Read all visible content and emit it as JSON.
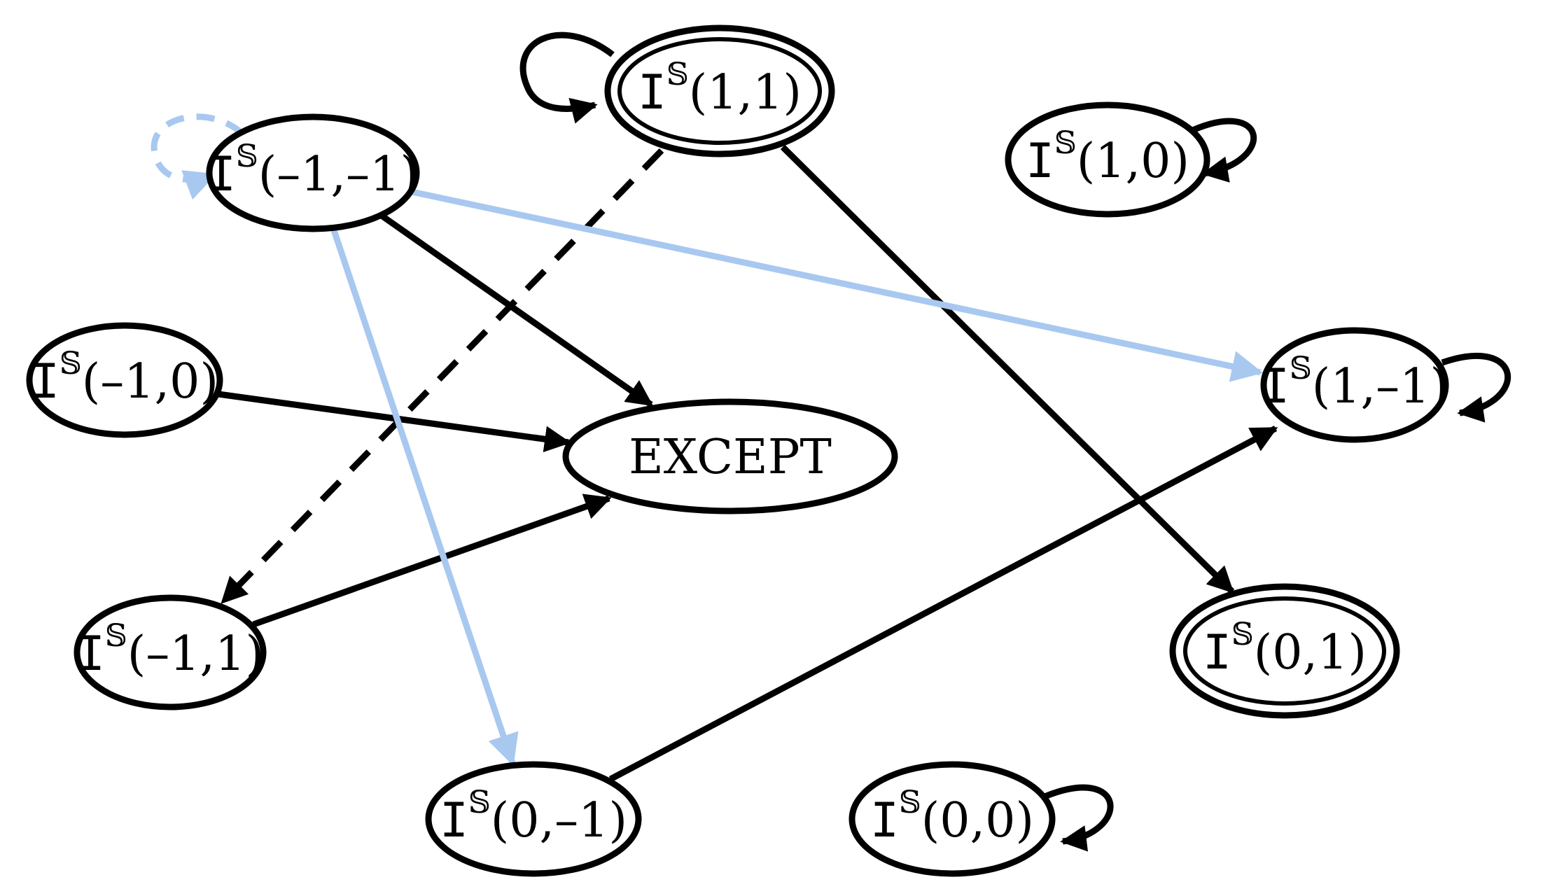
{
  "nodes": [
    {
      "id": "n11",
      "prefix": "I",
      "sup": "𝕊",
      "args": "(1,1)",
      "accepting": true,
      "self_loop": "solid"
    },
    {
      "id": "n10",
      "prefix": "I",
      "sup": "𝕊",
      "args": "(1,0)",
      "accepting": false,
      "self_loop": "solid"
    },
    {
      "id": "nm1m1",
      "prefix": "I",
      "sup": "𝕊",
      "args": "(–1,–1)",
      "accepting": false,
      "self_loop": "dashed-blue"
    },
    {
      "id": "nm10",
      "prefix": "I",
      "sup": "𝕊",
      "args": "(–1,0)",
      "accepting": false,
      "self_loop": "none"
    },
    {
      "id": "except",
      "prefix": "",
      "sup": "",
      "args": "EXCEPT",
      "accepting": false,
      "self_loop": "none"
    },
    {
      "id": "n1m1",
      "prefix": "I",
      "sup": "𝕊",
      "args": "(1,–1)",
      "accepting": false,
      "self_loop": "solid"
    },
    {
      "id": "nm11",
      "prefix": "I",
      "sup": "𝕊",
      "args": "(–1,1)",
      "accepting": false,
      "self_loop": "none"
    },
    {
      "id": "n01",
      "prefix": "I",
      "sup": "𝕊",
      "args": "(0,1)",
      "accepting": true,
      "self_loop": "none"
    },
    {
      "id": "n0m1",
      "prefix": "I",
      "sup": "𝕊",
      "args": "(0,–1)",
      "accepting": false,
      "self_loop": "none"
    },
    {
      "id": "n00",
      "prefix": "I",
      "sup": "𝕊",
      "args": "(0,0)",
      "accepting": false,
      "self_loop": "solid"
    }
  ],
  "edges": [
    {
      "from": "nm1m1",
      "to": "except",
      "style": "solid"
    },
    {
      "from": "nm10",
      "to": "except",
      "style": "solid"
    },
    {
      "from": "nm11",
      "to": "except",
      "style": "solid"
    },
    {
      "from": "n11",
      "to": "nm11",
      "style": "dashed"
    },
    {
      "from": "n11",
      "to": "n01",
      "style": "solid"
    },
    {
      "from": "n0m1",
      "to": "n1m1",
      "style": "solid"
    },
    {
      "from": "nm1m1",
      "to": "n1m1",
      "style": "blue"
    },
    {
      "from": "nm1m1",
      "to": "n0m1",
      "style": "blue"
    }
  ],
  "colors": {
    "stroke": "#000000",
    "highlight": "#a8c8f0"
  }
}
